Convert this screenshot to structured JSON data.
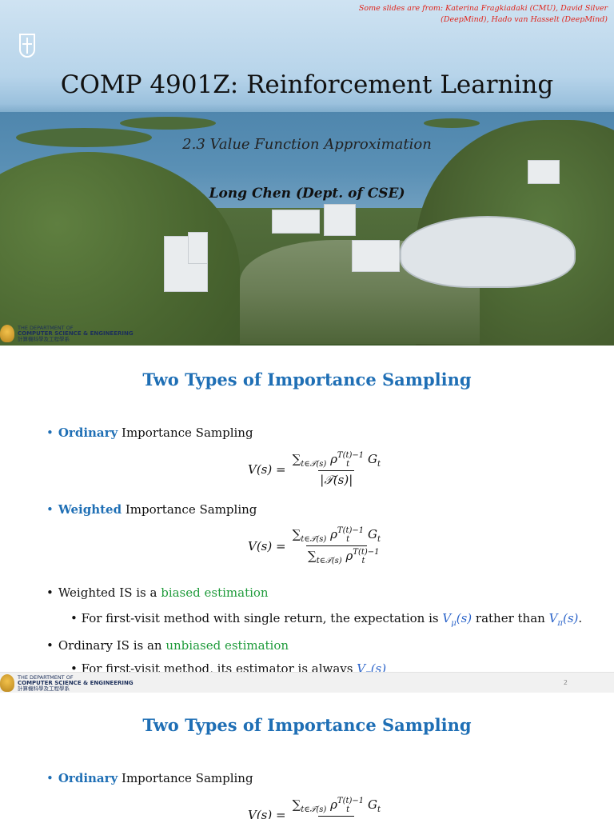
{
  "slide1": {
    "credit_line1": "Some slides are from: Katerina Fragkiadaki (CMU), David Silver",
    "credit_line2": "(DeepMind), Hado van Hasselt (DeepMind)",
    "course_title": "COMP 4901Z: Reinforcement Learning",
    "lecture": "2.3 Value Function Approximation",
    "author": "Long Chen (Dept. of CSE)",
    "logo_line1": "THE DEPARTMENT OF",
    "logo_line2": "COMPUTER SCIENCE & ENGINEERING",
    "logo_line3": "計算機科學及工程學系"
  },
  "slide2": {
    "title": "Two Types of Importance Sampling",
    "b1_keyword": "Ordinary",
    "b1_rest": " Importance Sampling",
    "f1_lhs": "V(s) =",
    "f1_num": "∑",
    "f1_num_sub": "t∈𝒯(s)",
    "f1_rho": " ρ",
    "f1_rho_sup": "T(t)−1",
    "f1_rho_sub": "t",
    "f1_G": " G",
    "f1_G_sub": "t",
    "f1_den": "|𝒯(s)|",
    "b2_keyword": "Weighted",
    "b2_rest": " Importance Sampling",
    "f2_lhs": "V(s) =",
    "f2_den_sum": "∑",
    "f2_den_sub": "t∈𝒯(s)",
    "f2_den_rho": " ρ",
    "f2_den_sup": "T(t)−1",
    "f2_den_rho_sub": "t",
    "b3_text": "Weighted IS is a ",
    "b3_green": "biased estimation",
    "sb1_text": "For first-visit method with single return, the expectation is ",
    "sb1_m1": "V",
    "sb1_m1_sub": "μ",
    "sb1_m1_arg": "(s)",
    "sb1_mid": " rather than ",
    "sb1_m2": "V",
    "sb1_m2_sub": "π",
    "sb1_m2_arg": "(s)",
    "sb1_end": ".",
    "b4_text": "Ordinary IS is an ",
    "b4_green": "unbiased estimation",
    "sb2_text": "For first-visit method, its estimator is always ",
    "sb2_m": "V",
    "sb2_m_sub": "π",
    "sb2_m_arg": "(s)",
    "page_number": "2",
    "logo_line1": "THE DEPARTMENT OF",
    "logo_line2": "COMPUTER SCIENCE & ENGINEERING",
    "logo_line3": "計算機科學及工程學系"
  },
  "slide3": {
    "title": "Two Types of Importance Sampling",
    "b1_keyword": "Ordinary",
    "b1_rest": " Importance Sampling"
  },
  "colors": {
    "title_blue": "#1f6fb5",
    "highlight_green": "#1f9b3b",
    "credit_red": "#e0241b",
    "math_blue": "#2a63c9"
  }
}
